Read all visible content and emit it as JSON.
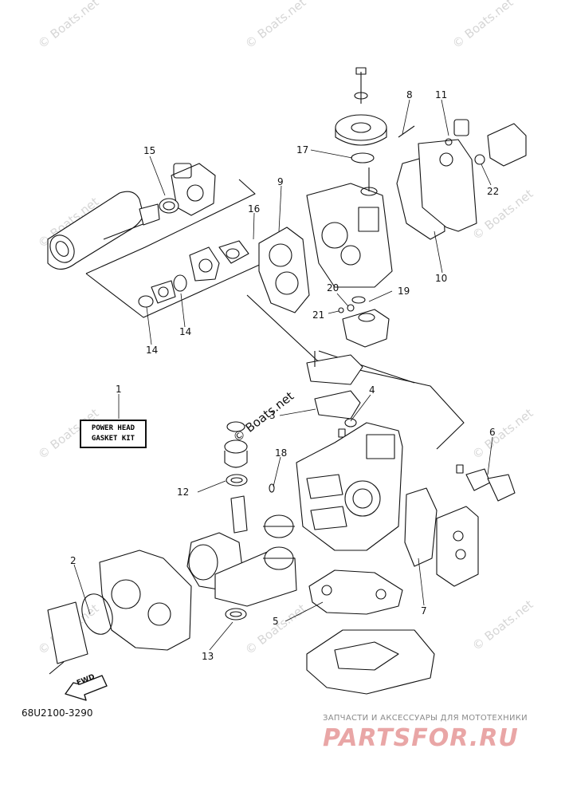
{
  "watermarks": [
    "© Boats.net",
    "© Boats.net",
    "© Boats.net",
    "© Boats.net",
    "© Boats.net",
    "© Boats.net",
    "© Boats.net",
    "© Boats.net",
    "© Boats.net",
    "© Boats.net"
  ],
  "center_stamp": "© Boats.net",
  "callouts": [
    "1",
    "2",
    "3",
    "4",
    "5",
    "6",
    "7",
    "8",
    "9",
    "10",
    "11",
    "12",
    "13",
    "14",
    "14",
    "15",
    "16",
    "17",
    "18",
    "19",
    "20",
    "21",
    "22"
  ],
  "kit_label": {
    "line1": "POWER HEAD",
    "line2": "GASKET KIT"
  },
  "fwd_label": "FWD",
  "part_number": "68U2100-3290",
  "shop_tagline": "ЗАПЧАСТИ И АКСЕССУАРЫ ДЛЯ МОТОТЕХНИКИ",
  "shop_logo": "PARTSFOR.RU",
  "colors": {
    "line": "#111111",
    "watermark": "#d6d6d6",
    "logo": "#e9a6a6"
  }
}
